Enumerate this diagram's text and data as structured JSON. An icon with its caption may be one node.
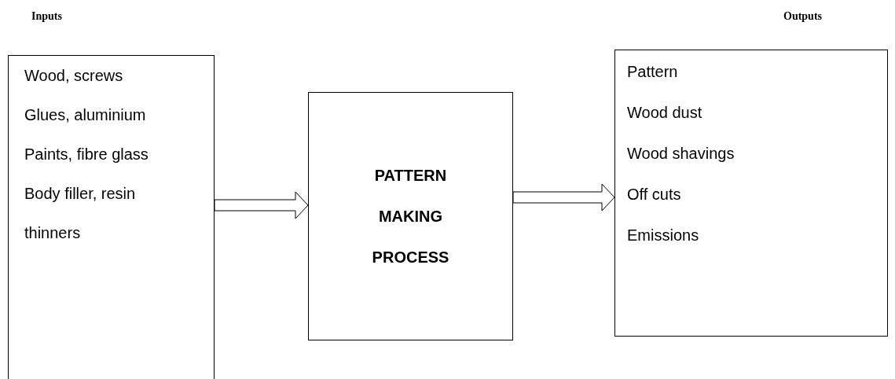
{
  "diagram": {
    "nodes": [
      {
        "text": [
          "Wood, screws",
          "Glues, aluminium",
          "Paints, fibre glass",
          "Body filler, resin",
          "thinners"
        ]
      },
      {
        "text": [
          "PATTERN MAKING PROCESS"
        ]
      },
      {
        "text": [
          "Pattern",
          "Wood dust",
          "Wood shavings",
          "Off cuts",
          "Emissions"
        ]
      }
    ],
    "edges": [
      {
        "from": 0,
        "to": 1,
        "arrow": "to"
      },
      {
        "from": 1,
        "to": 2,
        "arrow": "to"
      }
    ],
    "labels": [
      "Inputs",
      "Outputs"
    ]
  }
}
